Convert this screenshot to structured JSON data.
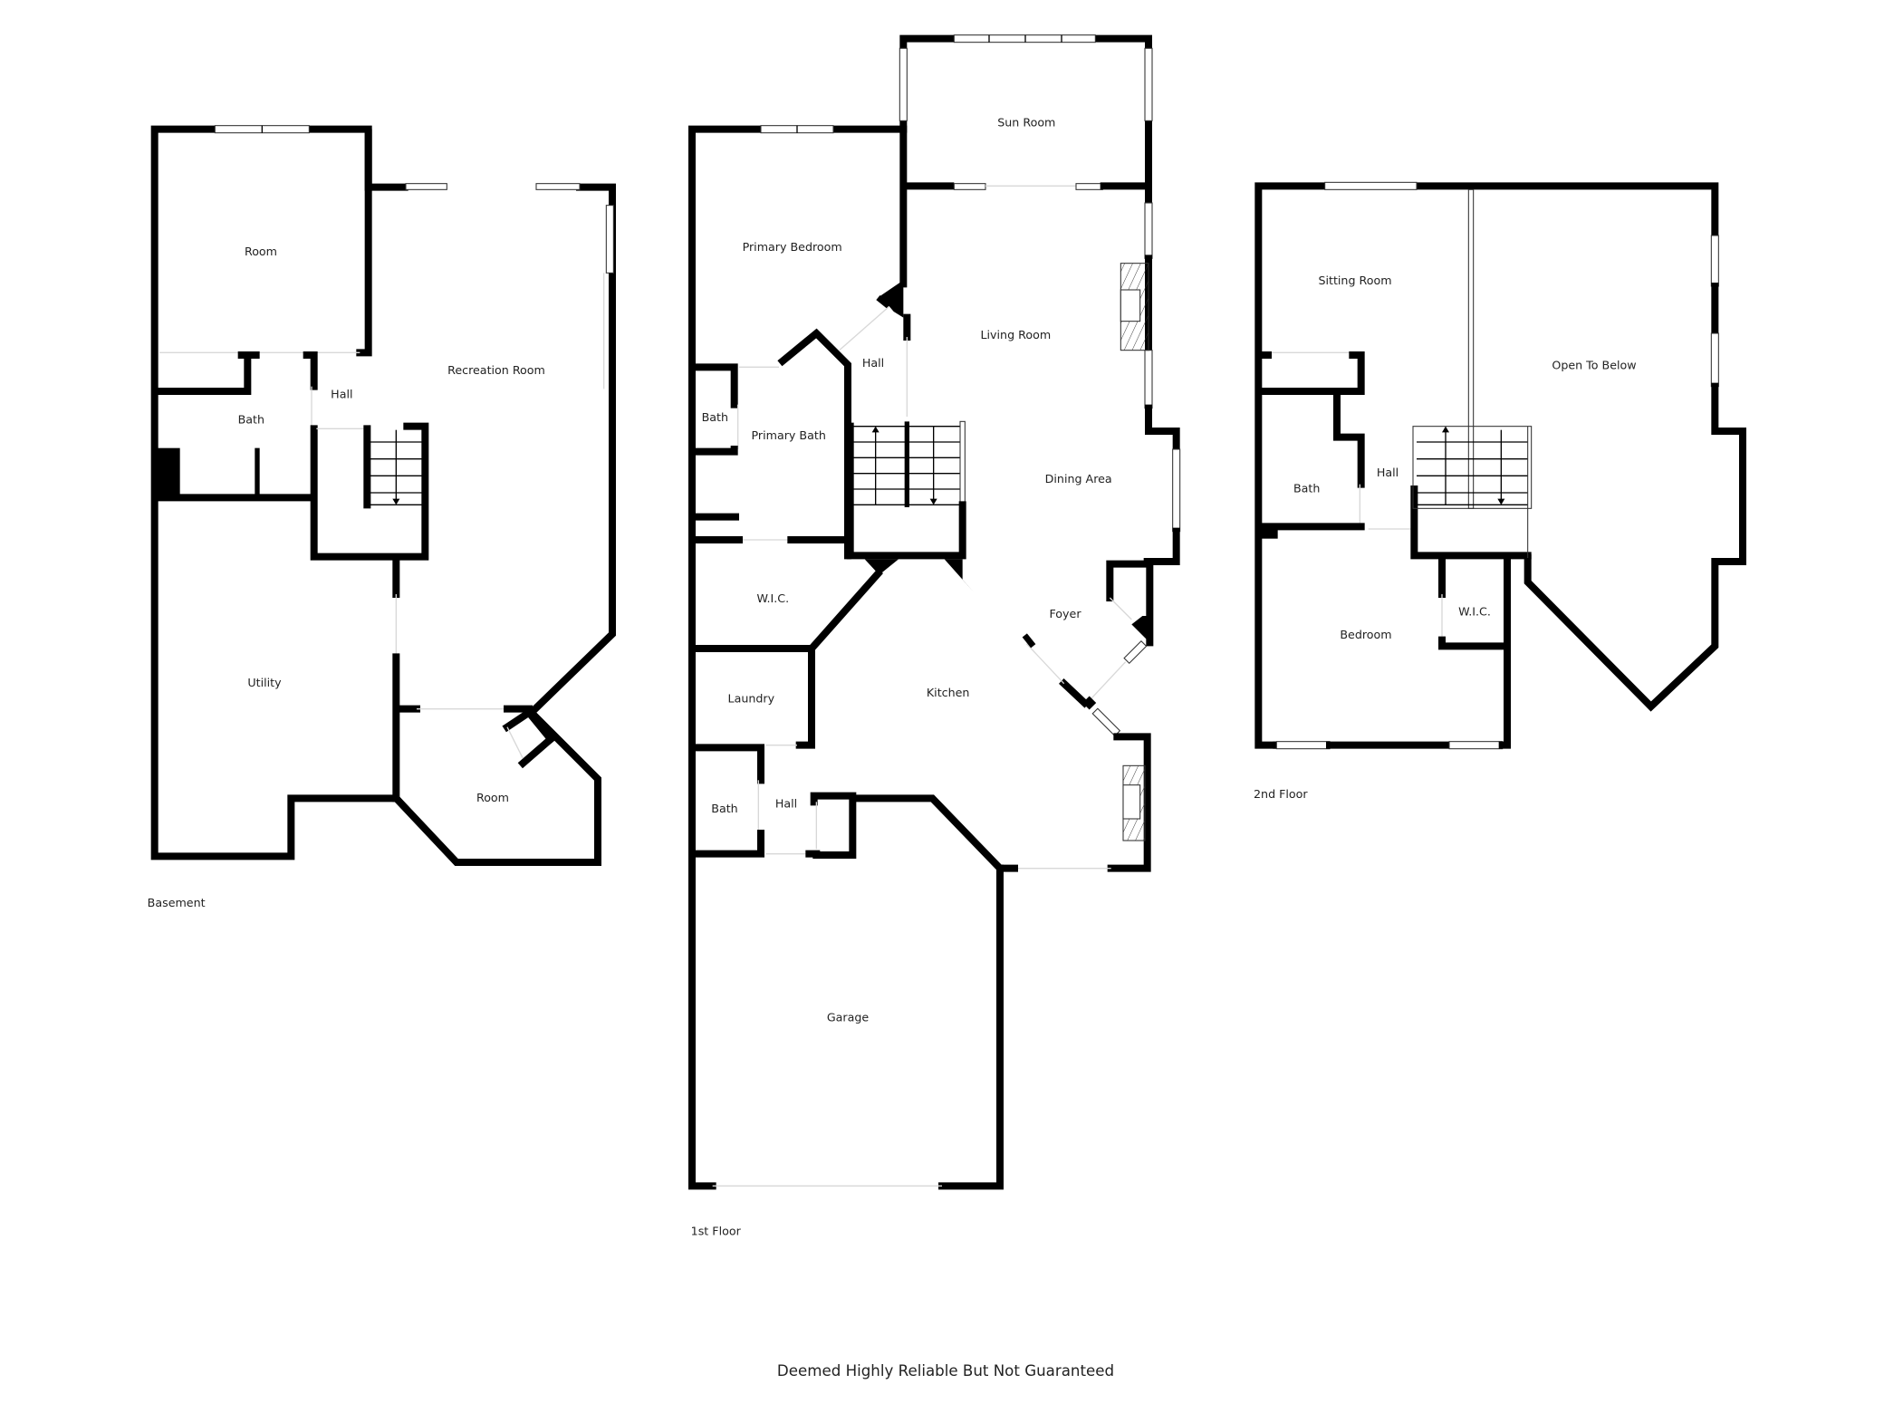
{
  "floors": {
    "basement": {
      "label": "Basement",
      "rooms": {
        "room_top": "Room",
        "recreation_room": "Recreation Room",
        "hall": "Hall",
        "bath": "Bath",
        "utility": "Utility",
        "room_bottom": "Room"
      }
    },
    "first": {
      "label": "1st Floor",
      "rooms": {
        "sun_room": "Sun Room",
        "primary_bedroom": "Primary Bedroom",
        "living_room": "Living Room",
        "hall_upper": "Hall",
        "bath_upper": "Bath",
        "primary_bath": "Primary Bath",
        "dining_area": "Dining Area",
        "wic": "W.I.C.",
        "foyer": "Foyer",
        "laundry": "Laundry",
        "kitchen": "Kitchen",
        "bath_lower": "Bath",
        "hall_lower": "Hall",
        "garage": "Garage"
      }
    },
    "second": {
      "label": "2nd Floor",
      "rooms": {
        "sitting_room": "Sitting Room",
        "open_to_below": "Open To Below",
        "hall": "Hall",
        "bath": "Bath",
        "bedroom": "Bedroom",
        "wic": "W.I.C."
      }
    }
  },
  "footer": {
    "disclaimer": "Deemed Highly Reliable But Not Guaranteed"
  }
}
